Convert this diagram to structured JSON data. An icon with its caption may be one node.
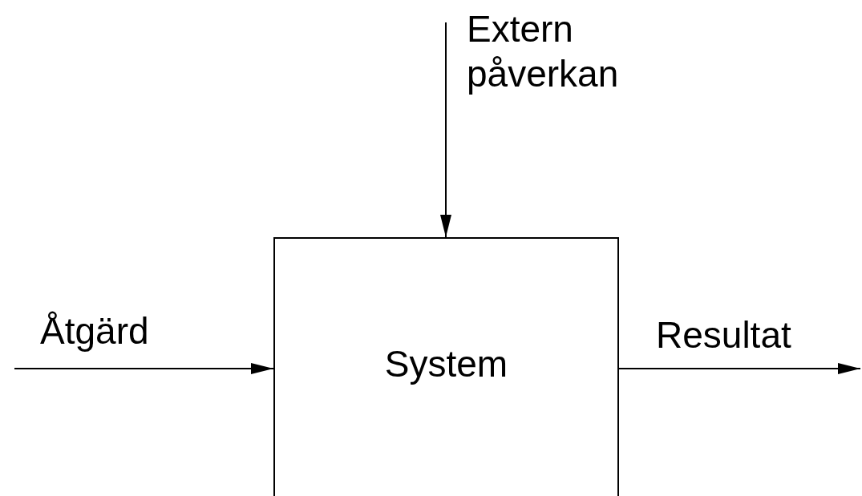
{
  "diagram": {
    "nodes": [
      {
        "text": [
          "Extern påverkan"
        ]
      },
      {
        "text": [
          "Åtgärd"
        ]
      },
      {
        "text": [
          "System"
        ]
      },
      {
        "text": [
          "Resultat"
        ]
      }
    ],
    "edges": [
      {
        "from": 0,
        "to": 2,
        "arrow": "to"
      },
      {
        "from": 1,
        "to": 2,
        "arrow": "to"
      },
      {
        "from": 2,
        "to": 3,
        "arrow": "to"
      }
    ]
  }
}
